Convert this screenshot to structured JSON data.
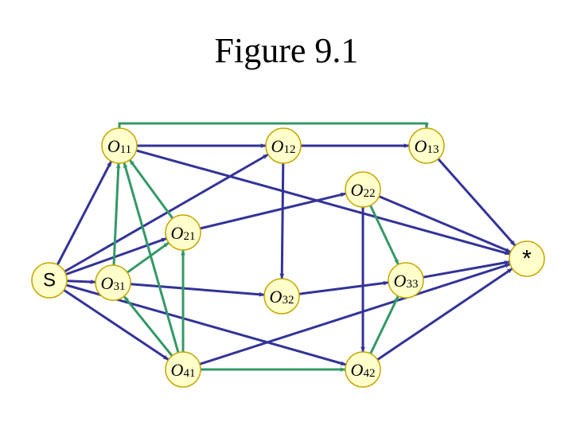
{
  "title": "Figure 9.1",
  "colors": {
    "conjunctive": "#333399",
    "disjunctive": "#339966",
    "node_fill": "#ffffcc",
    "node_stroke": "#c8a800"
  },
  "nodes": [
    {
      "id": "s",
      "kind": "plain",
      "label": "S"
    },
    {
      "id": "o11",
      "kind": "op",
      "main": "O",
      "sub": "11"
    },
    {
      "id": "o12",
      "kind": "op",
      "main": "O",
      "sub": "12"
    },
    {
      "id": "o13",
      "kind": "op",
      "main": "O",
      "sub": "13"
    },
    {
      "id": "o21",
      "kind": "op",
      "main": "O",
      "sub": "21"
    },
    {
      "id": "o22",
      "kind": "op",
      "main": "O",
      "sub": "22"
    },
    {
      "id": "o31",
      "kind": "op",
      "main": "O",
      "sub": "31"
    },
    {
      "id": "o32",
      "kind": "op",
      "main": "O",
      "sub": "32"
    },
    {
      "id": "o33",
      "kind": "op",
      "main": "O",
      "sub": "33"
    },
    {
      "id": "o41",
      "kind": "op",
      "main": "O",
      "sub": "41"
    },
    {
      "id": "o42",
      "kind": "op",
      "main": "O",
      "sub": "42"
    },
    {
      "id": "end",
      "kind": "star",
      "label": "*"
    }
  ],
  "edges": [
    {
      "from": "o11",
      "to": "o12",
      "type": "conjunctive"
    },
    {
      "from": "o12",
      "to": "o13",
      "type": "conjunctive"
    },
    {
      "from": "o11",
      "to": "o13",
      "type": "disjunctive",
      "route": "top"
    },
    {
      "from": "o11",
      "to": "end",
      "type": "conjunctive"
    },
    {
      "from": "o13",
      "to": "end",
      "type": "conjunctive"
    },
    {
      "from": "s",
      "to": "o11",
      "type": "conjunctive"
    },
    {
      "from": "s",
      "to": "o12",
      "type": "conjunctive"
    },
    {
      "from": "s",
      "to": "o21",
      "type": "conjunctive"
    },
    {
      "from": "s",
      "to": "o31",
      "type": "conjunctive"
    },
    {
      "from": "s",
      "to": "o41",
      "type": "conjunctive"
    },
    {
      "from": "s",
      "to": "o42",
      "type": "conjunctive"
    },
    {
      "from": "o21",
      "to": "o22",
      "type": "conjunctive"
    },
    {
      "from": "o21",
      "to": "o11",
      "type": "disjunctive"
    },
    {
      "from": "o22",
      "to": "end",
      "type": "conjunctive"
    },
    {
      "from": "o22",
      "to": "o33",
      "type": "disjunctive"
    },
    {
      "from": "o12",
      "to": "o32",
      "type": "conjunctive"
    },
    {
      "from": "o31",
      "to": "o11",
      "type": "disjunctive"
    },
    {
      "from": "o31",
      "to": "o21",
      "type": "disjunctive"
    },
    {
      "from": "o31",
      "to": "o32",
      "type": "conjunctive"
    },
    {
      "from": "o32",
      "to": "o33",
      "type": "conjunctive"
    },
    {
      "from": "o33",
      "to": "end",
      "type": "conjunctive"
    },
    {
      "from": "o41",
      "to": "o11",
      "type": "disjunctive"
    },
    {
      "from": "o41",
      "to": "o31",
      "type": "disjunctive"
    },
    {
      "from": "o41",
      "to": "o21",
      "type": "disjunctive"
    },
    {
      "from": "o41",
      "to": "o42",
      "type": "disjunctive"
    },
    {
      "from": "o41",
      "to": "end",
      "type": "conjunctive"
    },
    {
      "from": "o42",
      "to": "o33",
      "type": "disjunctive"
    },
    {
      "from": "o22",
      "to": "o42",
      "type": "conjunctive"
    },
    {
      "from": "o42",
      "to": "end",
      "type": "conjunctive"
    }
  ]
}
